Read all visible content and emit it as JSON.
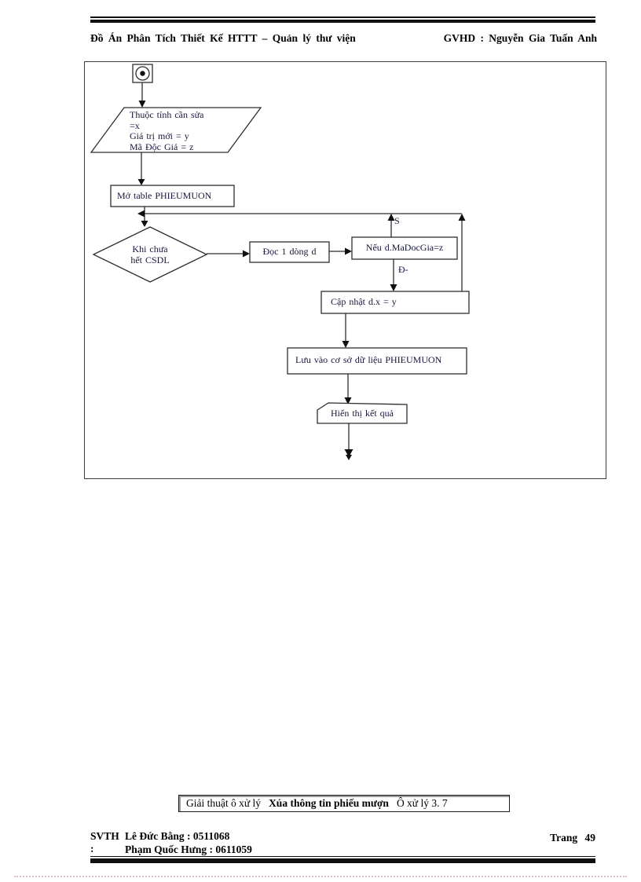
{
  "header": {
    "left": "Đồ Án  Phân Tích  Thiết Kế  HTTT  – Quản lý thư viện",
    "right": "GVHD  : Nguyễn  Gia  Tuấn  Anh"
  },
  "flowchart": {
    "input_box": {
      "line1": "Thuộc tính cần sửa",
      "line2": "=x",
      "line3": "Giá trị mới = y",
      "line4_clipped": "Mã Độc Giả = z"
    },
    "open_table": "Mở table PHIEUMUON",
    "loop_condition": {
      "line1": "Khi chưa",
      "line2": "hết CSDL"
    },
    "read_row": "Đọc  1 dòng  d",
    "check_condition": "Nếu d.MaDocGia=z",
    "label_s": "S",
    "label_d": "Đ-",
    "update_step": "Cập nhật d.x = y",
    "save_step": "Lưu vào cơ sở dữ liệu PHIEUMUON",
    "display_step": "Hiển thị kết quả"
  },
  "caption": {
    "prefix": "Giải  thuật  ô xử lý",
    "bold": "Xúa  thông  tin phiếu  mượn",
    "suffix": "Ô xử lý  3. 7"
  },
  "footer": {
    "svth_label": "SVTH :",
    "student1": "Lê Đức Bằng : 0511068",
    "student2": "Phạm Quốc Hưng : 0611059",
    "page_label": "Trang  49"
  },
  "colors": {
    "ink": "#101010",
    "flow_text": "#16163e",
    "dotted_rule": "#dcbfce"
  }
}
